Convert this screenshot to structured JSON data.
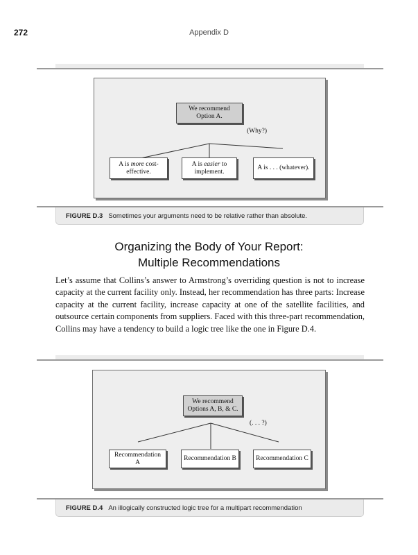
{
  "header": {
    "page_number": "272",
    "running_head": "Appendix D"
  },
  "figure1": {
    "root": "We recommend Option A.",
    "annotation": "(Why?)",
    "children": [
      {
        "prefix": "A is ",
        "emph": "more",
        "suffix": " cost-effective."
      },
      {
        "prefix": "A is ",
        "emph": "easier",
        "suffix": " to implement."
      },
      {
        "prefix": "A is . . . (whatever).",
        "emph": "",
        "suffix": ""
      }
    ],
    "caption_label": "FIGURE D.3",
    "caption_text": "Sometimes your arguments need to be relative rather than absolute."
  },
  "section": {
    "heading_line1": "Organizing the Body of Your Report:",
    "heading_line2": "Multiple Recommendations",
    "paragraph": "Let’s assume that Collins’s answer to Armstrong’s overriding question is not to increase capacity at the current facility only. Instead, her recommendation has three parts: Increase capacity at the current facility, increase capacity at one of the satellite facilities, and outsource certain components from suppliers. Faced with this three-part recommendation, Collins may have a tendency to build a logic tree like the one in Figure D.4."
  },
  "figure2": {
    "root": "We recommend Options A, B, & C.",
    "annotation": "(. . . ?)",
    "children": [
      "Recommendation A",
      "Recommendation B",
      "Recommendation C"
    ],
    "caption_label": "FIGURE D.4",
    "caption_text": "An illogically constructed logic tree for a multipart recommendation"
  }
}
